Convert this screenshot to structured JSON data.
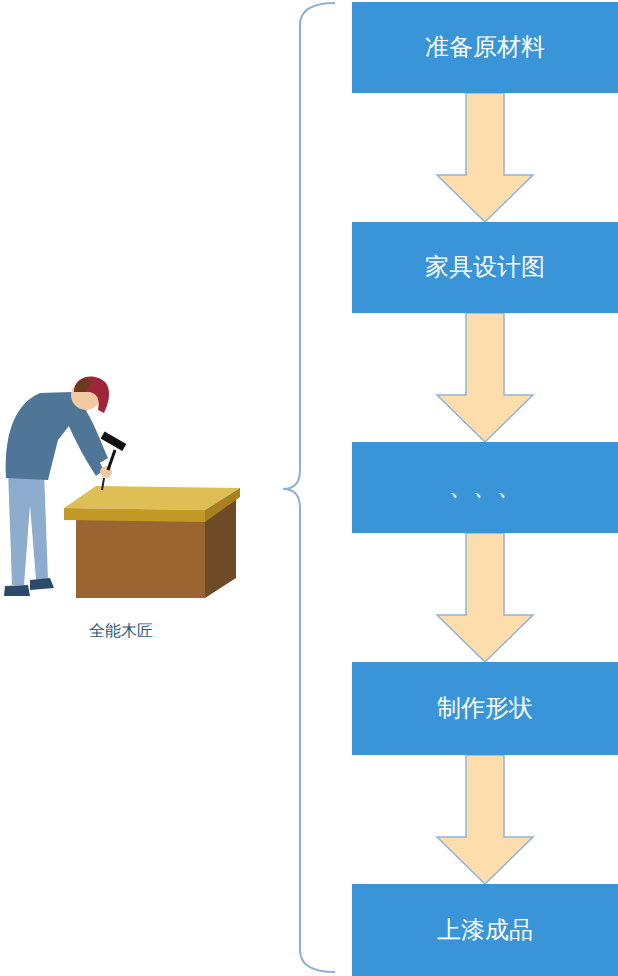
{
  "diagram": {
    "nodes": [
      {
        "text": [
          "准备原材料"
        ]
      },
      {
        "text": [
          "家具设计图"
        ]
      },
      {
        "text": [
          "、、、"
        ]
      },
      {
        "text": [
          "制作形状"
        ]
      },
      {
        "text": [
          "上漆成品"
        ]
      }
    ],
    "edges": [
      {
        "from": 0,
        "to": 1,
        "arrow": "to"
      },
      {
        "from": 1,
        "to": 2,
        "arrow": "to"
      },
      {
        "from": 2,
        "to": 3,
        "arrow": "to"
      },
      {
        "from": 3,
        "to": 4,
        "arrow": "to"
      }
    ],
    "labels": [
      "全能木匠"
    ]
  }
}
